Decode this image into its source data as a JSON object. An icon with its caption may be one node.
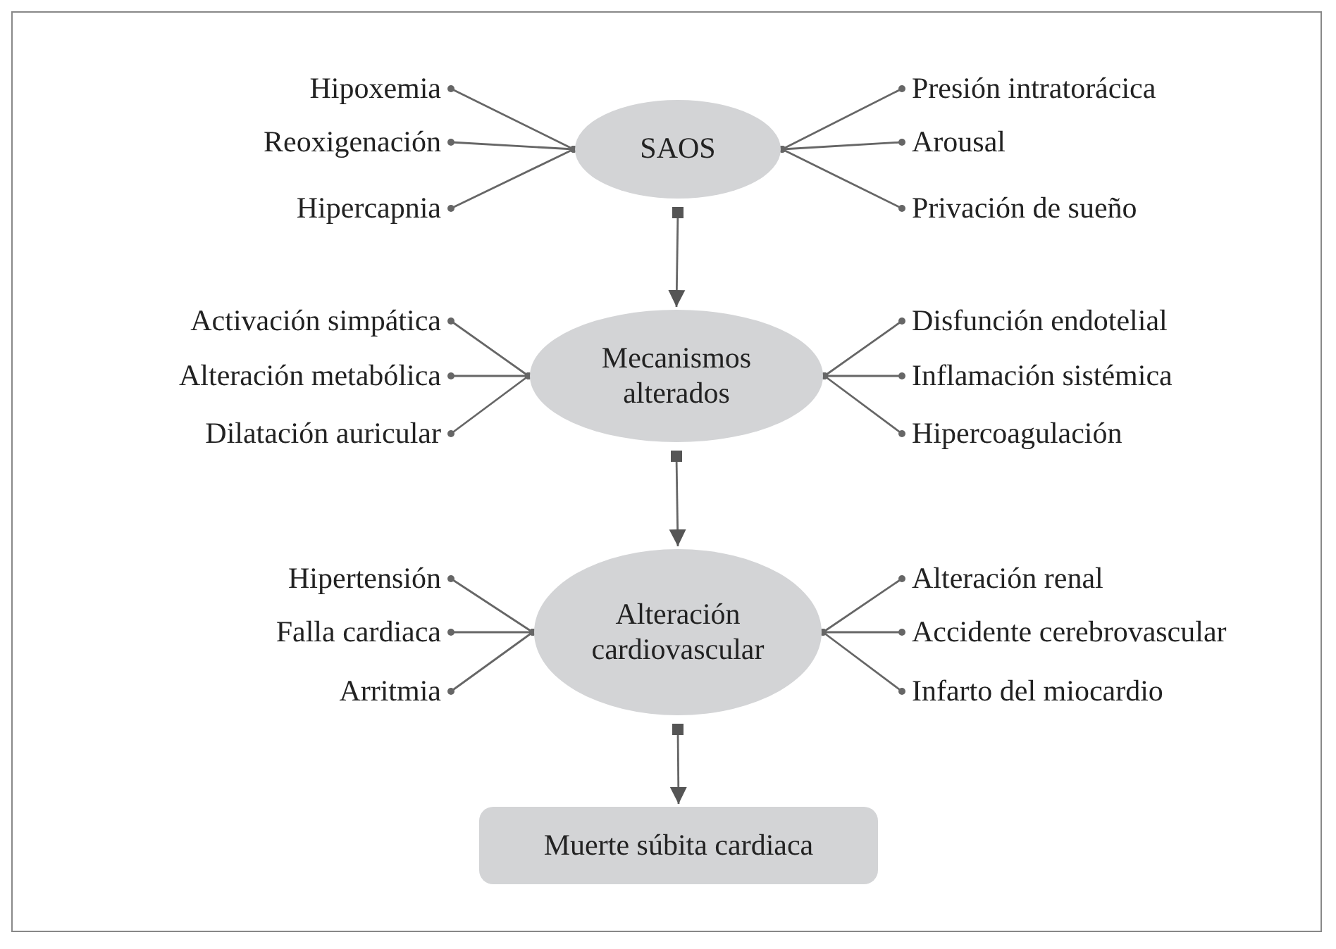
{
  "diagram": {
    "nodes": [
      {
        "text": [
          "SAOS"
        ]
      },
      {
        "text": [
          "Hipoxemia"
        ]
      },
      {
        "text": [
          "Reoxigenación"
        ]
      },
      {
        "text": [
          "Hipercapnia"
        ]
      },
      {
        "text": [
          "Presión intratorácica"
        ]
      },
      {
        "text": [
          "Arousal"
        ]
      },
      {
        "text": [
          "Privación de sueño"
        ]
      },
      {
        "text": [
          "Mecanismos alterados"
        ]
      },
      {
        "text": [
          "Activación simpática"
        ]
      },
      {
        "text": [
          "Alteración metabólica"
        ]
      },
      {
        "text": [
          "Dilatación auricular"
        ]
      },
      {
        "text": [
          "Disfunción endotelial"
        ]
      },
      {
        "text": [
          "Inflamación sistémica"
        ]
      },
      {
        "text": [
          "Hipercoagulación"
        ]
      },
      {
        "text": [
          "Alteración cardiovascular"
        ]
      },
      {
        "text": [
          "Hipertensión"
        ]
      },
      {
        "text": [
          "Falla cardiaca"
        ]
      },
      {
        "text": [
          "Arritmia"
        ]
      },
      {
        "text": [
          "Alteración renal"
        ]
      },
      {
        "text": [
          "Accidente cerebrovascular"
        ]
      },
      {
        "text": [
          "Infarto del miocardio"
        ]
      },
      {
        "text": [
          "Muerte súbita cardiaca"
        ]
      }
    ],
    "edges": [
      {
        "from": 1,
        "to": 0,
        "arrow": "other"
      },
      {
        "from": 2,
        "to": 0,
        "arrow": "other"
      },
      {
        "from": 3,
        "to": 0,
        "arrow": "other"
      },
      {
        "from": 4,
        "to": 0,
        "arrow": "other"
      },
      {
        "from": 5,
        "to": 0,
        "arrow": "other"
      },
      {
        "from": 6,
        "to": 0,
        "arrow": "other"
      },
      {
        "from": 0,
        "to": 7,
        "arrow": "to"
      },
      {
        "from": 8,
        "to": 7,
        "arrow": "other"
      },
      {
        "from": 9,
        "to": 7,
        "arrow": "other"
      },
      {
        "from": 10,
        "to": 7,
        "arrow": "other"
      },
      {
        "from": 11,
        "to": 7,
        "arrow": "other"
      },
      {
        "from": 12,
        "to": 7,
        "arrow": "other"
      },
      {
        "from": 13,
        "to": 7,
        "arrow": "other"
      },
      {
        "from": 7,
        "to": 14,
        "arrow": "to"
      },
      {
        "from": 15,
        "to": 14,
        "arrow": "other"
      },
      {
        "from": 16,
        "to": 14,
        "arrow": "other"
      },
      {
        "from": 17,
        "to": 14,
        "arrow": "other"
      },
      {
        "from": 18,
        "to": 14,
        "arrow": "other"
      },
      {
        "from": 19,
        "to": 14,
        "arrow": "other"
      },
      {
        "from": 20,
        "to": 14,
        "arrow": "other"
      },
      {
        "from": 14,
        "to": 21,
        "arrow": "to"
      }
    ]
  }
}
